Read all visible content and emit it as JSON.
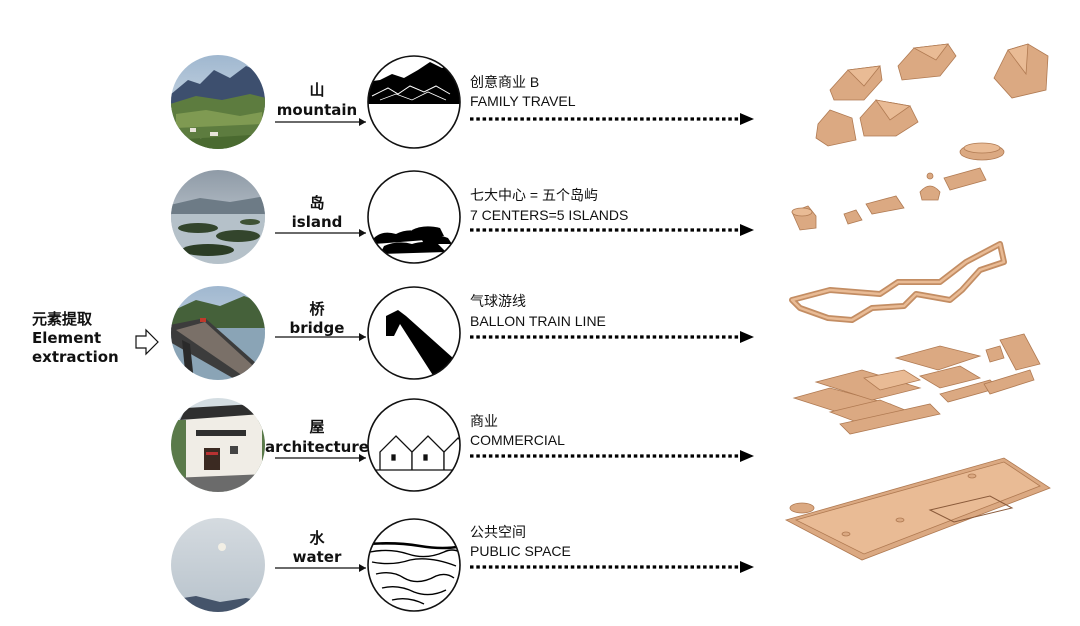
{
  "sidebar": {
    "title_cn": "元素提取",
    "title_en_line1": "Element",
    "title_en_line2": "extraction"
  },
  "rows": [
    {
      "cn": "山",
      "en": "mountain",
      "desc_cn": "创意商业 B",
      "desc_en": "FAMILY TRAVEL",
      "photo": "mountain-photo"
    },
    {
      "cn": "岛",
      "en": "island",
      "desc_cn": "七大中心 = 五个岛屿",
      "desc_en": "7 CENTERS=5 ISLANDS",
      "photo": "island-photo"
    },
    {
      "cn": "桥",
      "en": "bridge",
      "desc_cn": "气球游线",
      "desc_en": "BALLON  TRAIN LINE",
      "photo": "bridge-photo"
    },
    {
      "cn": "屋",
      "en": "architecture",
      "desc_cn": "商业",
      "desc_en": "COMMERCIAL",
      "photo": "architecture-photo"
    },
    {
      "cn": "水",
      "en": "water",
      "desc_cn": "公共空间",
      "desc_en": "PUBLIC SPACE",
      "photo": "water-photo"
    }
  ],
  "colors": {
    "model": "#dba982",
    "model_stroke": "#b07a52",
    "icon_fill": "#000000"
  }
}
